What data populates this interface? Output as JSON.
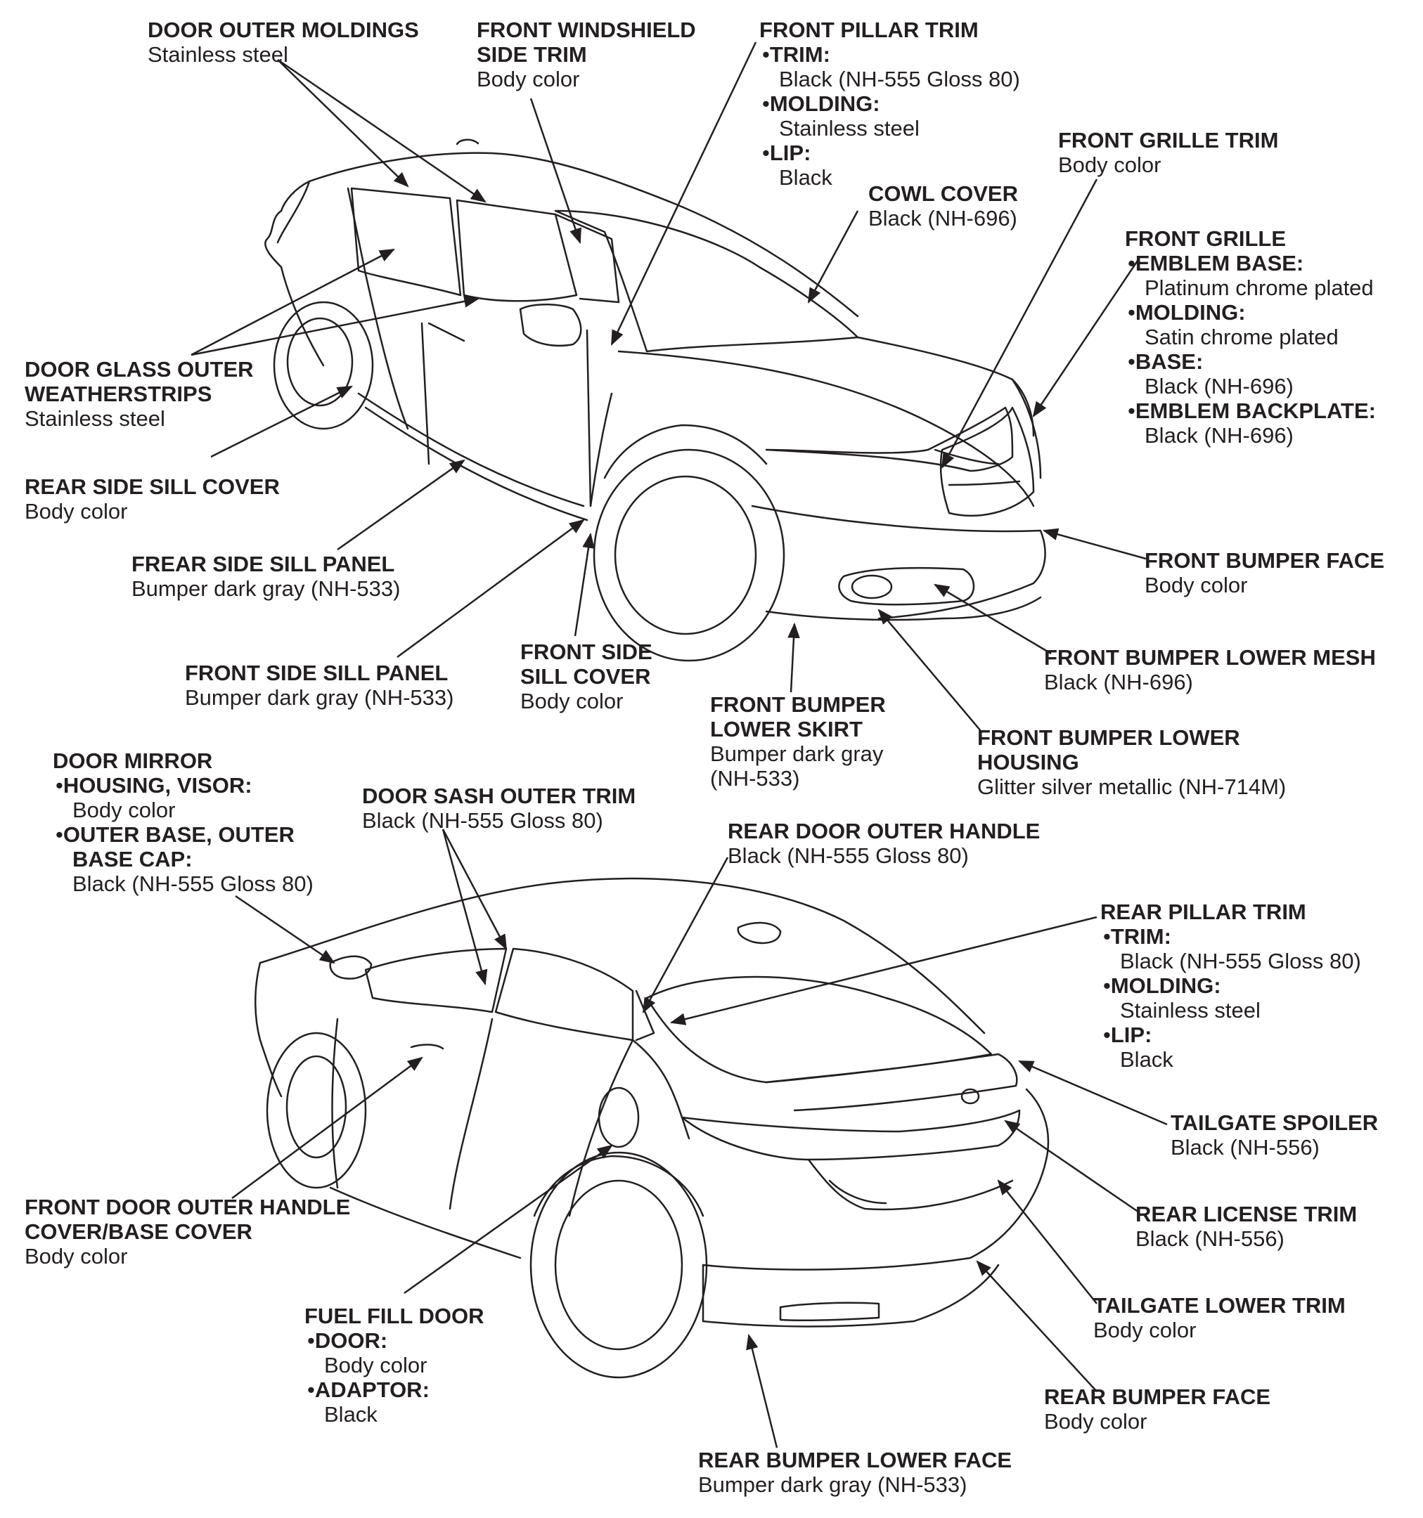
{
  "labels": {
    "door_outer_moldings": {
      "title": "DOOR OUTER MOLDINGS",
      "value": "Stainless steel"
    },
    "front_windshield_side_trim": {
      "title": "FRONT WINDSHIELD SIDE TRIM",
      "title_lines": [
        "FRONT WINDSHIELD",
        "SIDE TRIM"
      ],
      "value": "Body color"
    },
    "front_pillar_trim": {
      "title": "FRONT PILLAR TRIM",
      "items": [
        {
          "name": "TRIM:",
          "value": "Black (NH-555 Gloss 80)"
        },
        {
          "name": "MOLDING:",
          "value": "Stainless steel"
        },
        {
          "name": "LIP:",
          "value": "Black"
        }
      ]
    },
    "front_grille_trim": {
      "title": "FRONT GRILLE TRIM",
      "value": "Body color"
    },
    "cowl_cover": {
      "title": "COWL COVER",
      "value": "Black (NH-696)"
    },
    "front_grille": {
      "title": "FRONT GRILLE",
      "items": [
        {
          "name": "EMBLEM BASE:",
          "value": "Platinum chrome plated"
        },
        {
          "name": "MOLDING:",
          "value": "Satin chrome plated"
        },
        {
          "name": "BASE:",
          "value": "Black (NH-696)"
        },
        {
          "name": "EMBLEM BACKPLATE:",
          "value": "Black (NH-696)"
        }
      ]
    },
    "door_glass_outer_weatherstrips": {
      "title_lines": [
        "DOOR GLASS OUTER",
        "WEATHERSTRIPS"
      ],
      "value": "Stainless steel"
    },
    "rear_side_sill_cover": {
      "title": "REAR SIDE SILL COVER",
      "value": "Body color"
    },
    "frear_side_sill_panel": {
      "title": "FREAR SIDE SILL PANEL",
      "value": "Bumper dark gray (NH-533)"
    },
    "front_bumper_face": {
      "title": "FRONT BUMPER FACE",
      "value": "Body color"
    },
    "front_side_sill_panel": {
      "title": "FRONT SIDE SILL PANEL",
      "value": "Bumper dark gray (NH-533)"
    },
    "front_side_sill_cover": {
      "title_lines": [
        "FRONT SIDE",
        "SILL COVER"
      ],
      "value": "Body color"
    },
    "front_bumper_lower_mesh": {
      "title": "FRONT BUMPER LOWER MESH",
      "value": "Black (NH-696)"
    },
    "front_bumper_lower_skirt": {
      "title_lines": [
        "FRONT BUMPER",
        "LOWER SKIRT"
      ],
      "value_lines": [
        "Bumper dark gray",
        "(NH-533)"
      ]
    },
    "front_bumper_lower_housing": {
      "title_lines": [
        "FRONT BUMPER LOWER",
        "HOUSING"
      ],
      "value": "Glitter silver metallic (NH-714M)"
    },
    "door_mirror": {
      "title": "DOOR MIRROR",
      "items": [
        {
          "name": "HOUSING, VISOR:",
          "value": "Body color"
        },
        {
          "name_lines": [
            "OUTER BASE, OUTER",
            "BASE CAP:"
          ],
          "value": "Black (NH-555 Gloss 80)"
        }
      ]
    },
    "door_sash_outer_trim": {
      "title": "DOOR SASH OUTER TRIM",
      "value": "Black (NH-555 Gloss 80)"
    },
    "rear_door_outer_handle": {
      "title": "REAR DOOR OUTER HANDLE",
      "value": "Black (NH-555 Gloss 80)"
    },
    "rear_pillar_trim": {
      "title": "REAR PILLAR TRIM",
      "items": [
        {
          "name": "TRIM:",
          "value": "Black (NH-555 Gloss 80)"
        },
        {
          "name": "MOLDING:",
          "value": "Stainless steel"
        },
        {
          "name": "LIP:",
          "value": "Black"
        }
      ]
    },
    "tailgate_spoiler": {
      "title": "TAILGATE SPOILER",
      "value": "Black (NH-556)"
    },
    "front_door_outer_handle_cover": {
      "title_lines": [
        "FRONT DOOR OUTER HANDLE",
        "COVER/BASE COVER"
      ],
      "value": "Body color"
    },
    "rear_license_trim": {
      "title": "REAR LICENSE TRIM",
      "value": "Black (NH-556)"
    },
    "tailgate_lower_trim": {
      "title": "TAILGATE LOWER TRIM",
      "value": "Body color"
    },
    "fuel_fill_door": {
      "title": "FUEL FILL DOOR",
      "items": [
        {
          "name": "DOOR:",
          "value": "Body color"
        },
        {
          "name": "ADAPTOR:",
          "value": "Black"
        }
      ]
    },
    "rear_bumper_face": {
      "title": "REAR BUMPER FACE",
      "value": "Body color"
    },
    "rear_bumper_lower_face": {
      "title": "REAR BUMPER LOWER FACE",
      "value": "Bumper dark gray (NH-533)"
    }
  },
  "colors": {
    "ink": "#231f20",
    "background": "#ffffff"
  }
}
